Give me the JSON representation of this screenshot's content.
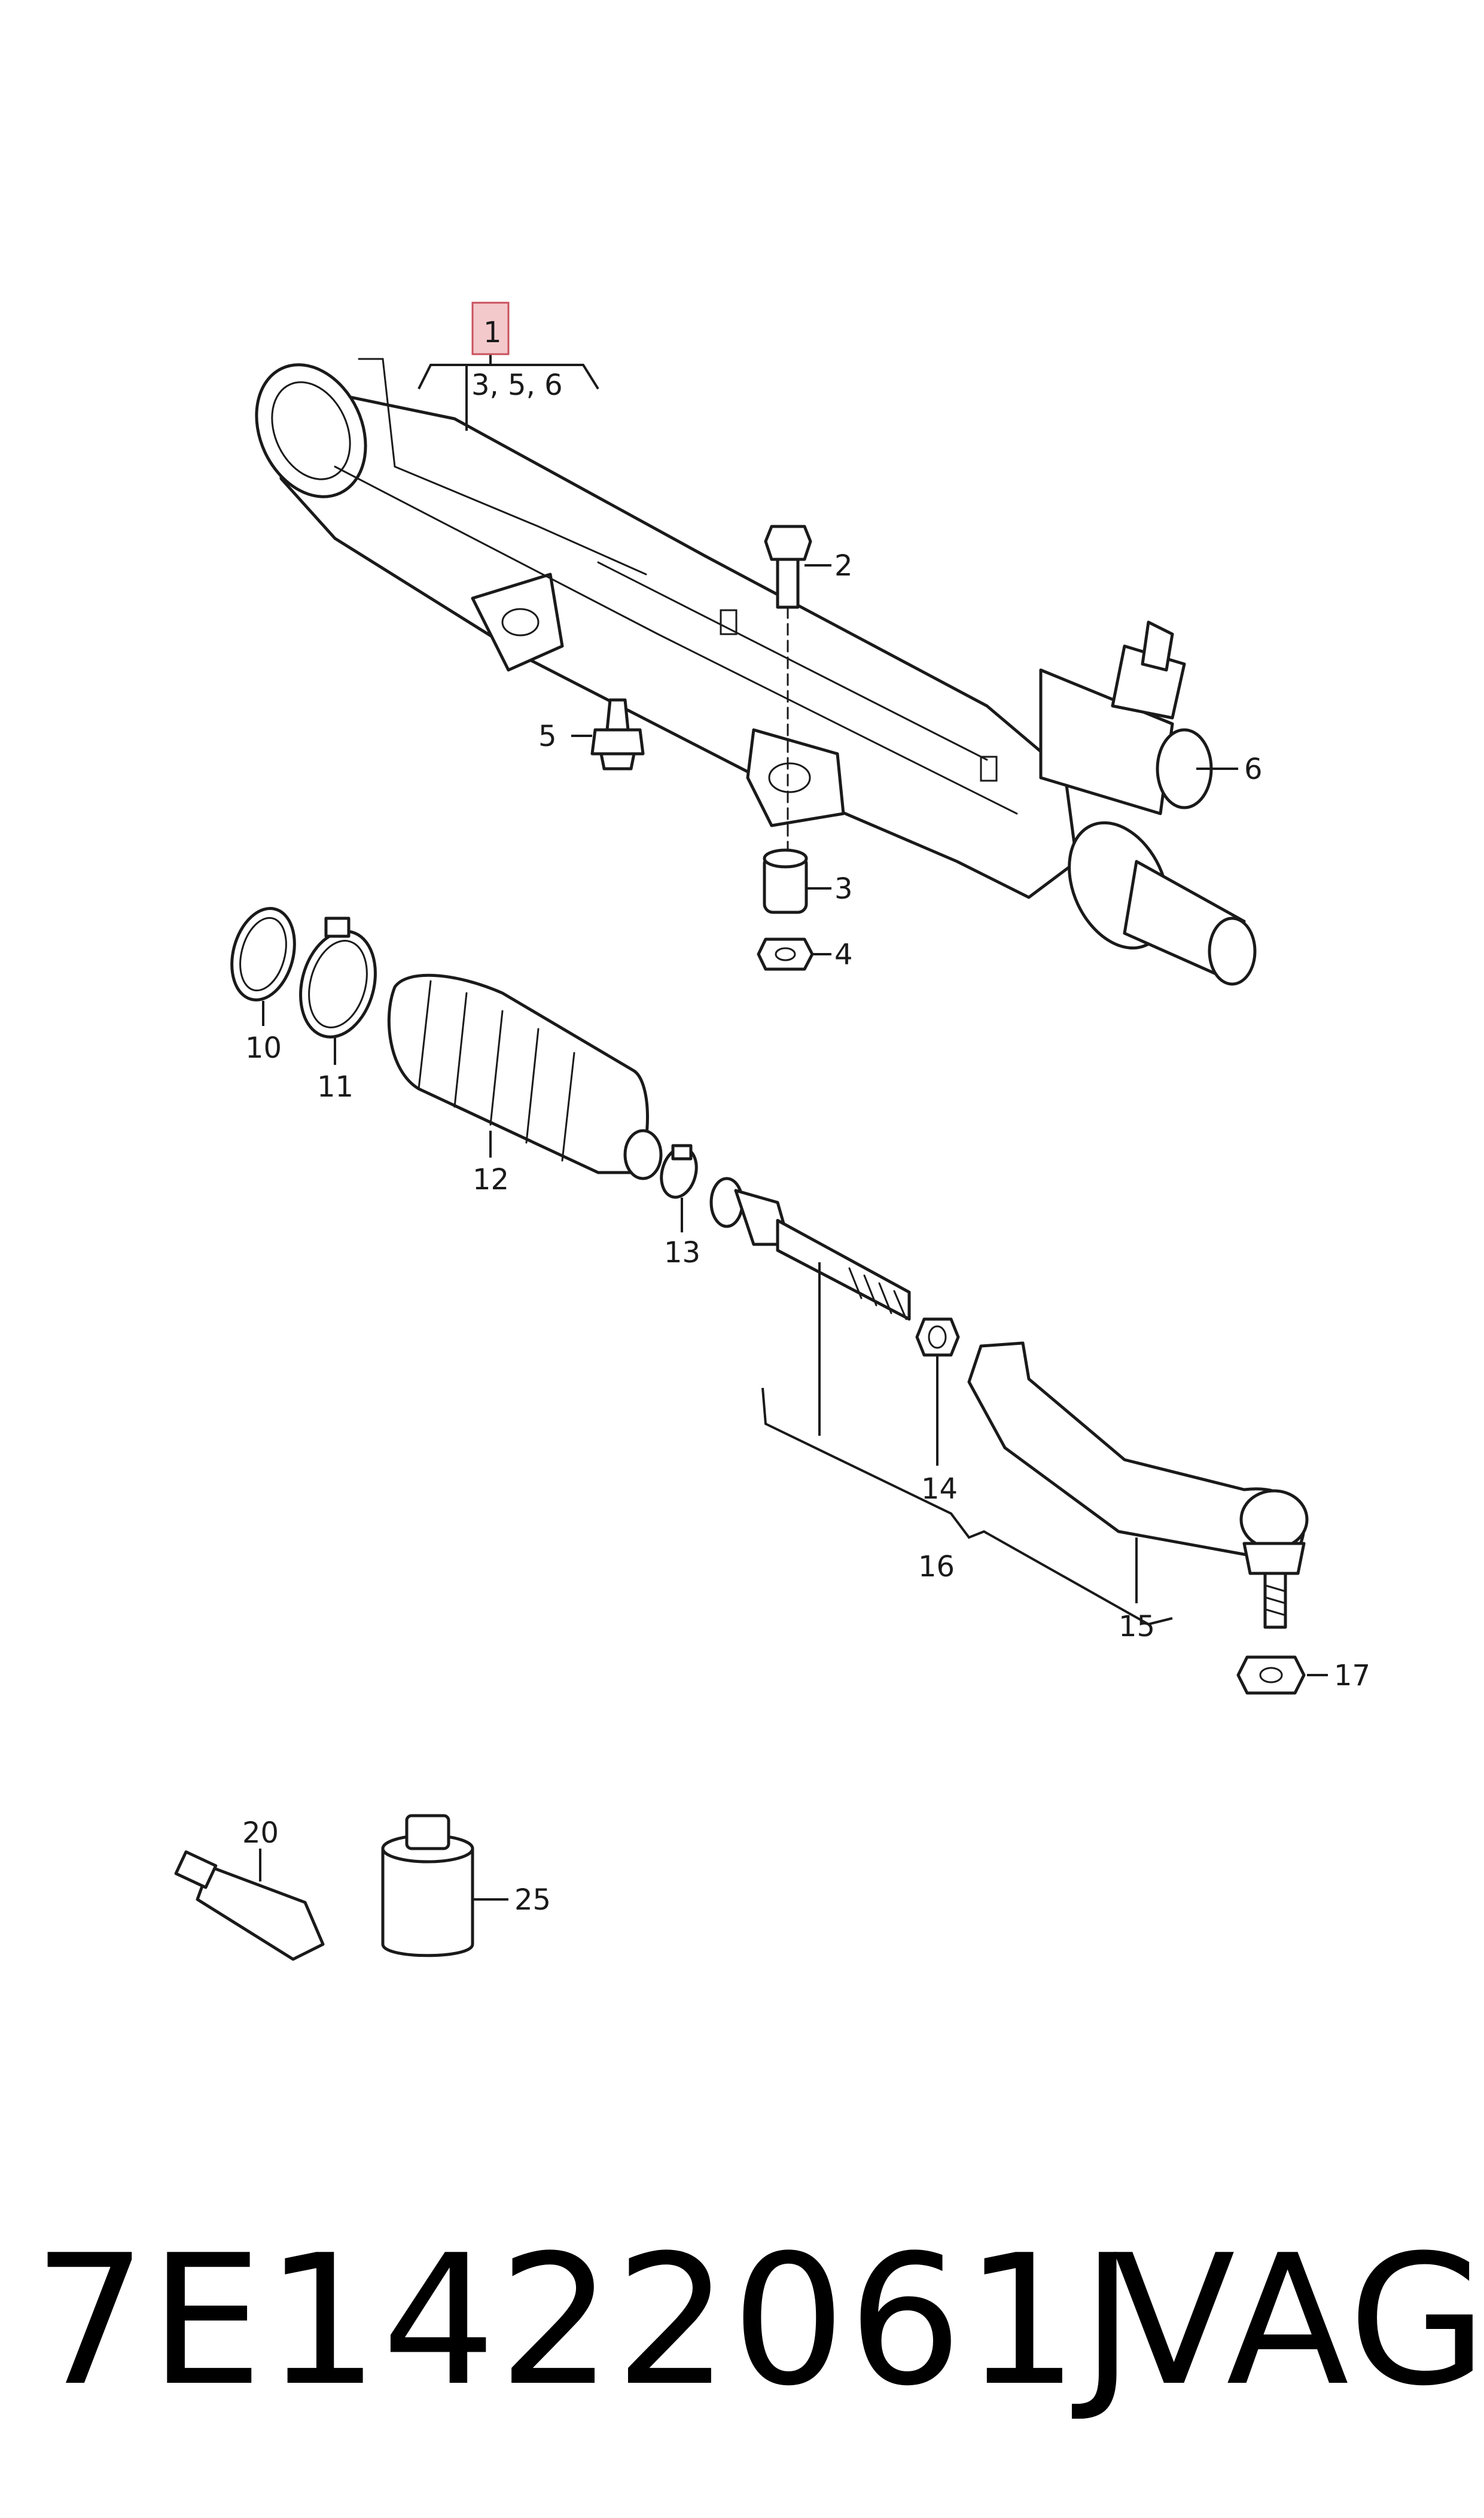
{
  "callouts": {
    "c1": "1",
    "c1_sub": "3, 5, 6",
    "c2": "2",
    "c3": "3",
    "c4": "4",
    "c5": "5",
    "c6": "6",
    "c10": "10",
    "c11": "11",
    "c12": "12",
    "c13": "13",
    "c14": "14",
    "c15": "15",
    "c16": "16",
    "c17": "17",
    "c20": "20",
    "c25": "25"
  },
  "highlight_color": "#f4c9cc",
  "footer": {
    "part_number": "7E1422061J",
    "brand": "VAG"
  }
}
